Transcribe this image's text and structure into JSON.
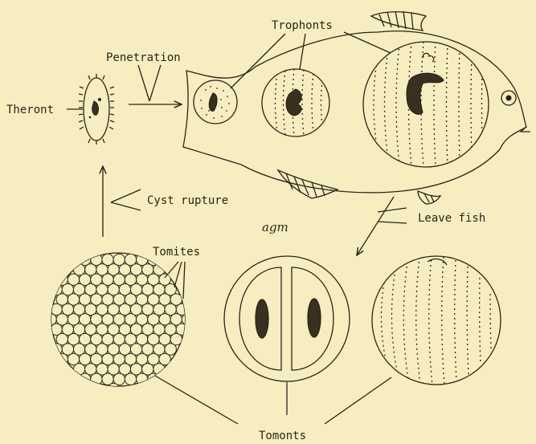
{
  "labels": {
    "trophonts": "Trophonts",
    "penetration": "Penetration",
    "theront": "Theront",
    "cyst_rupture": "Cyst rupture",
    "leave_fish": "Leave fish",
    "tomites": "Tomites",
    "tomonts": "Tomonts"
  },
  "signature": "agm",
  "colors": {
    "paper": "#f6eec0",
    "ink": "#2a2418"
  }
}
